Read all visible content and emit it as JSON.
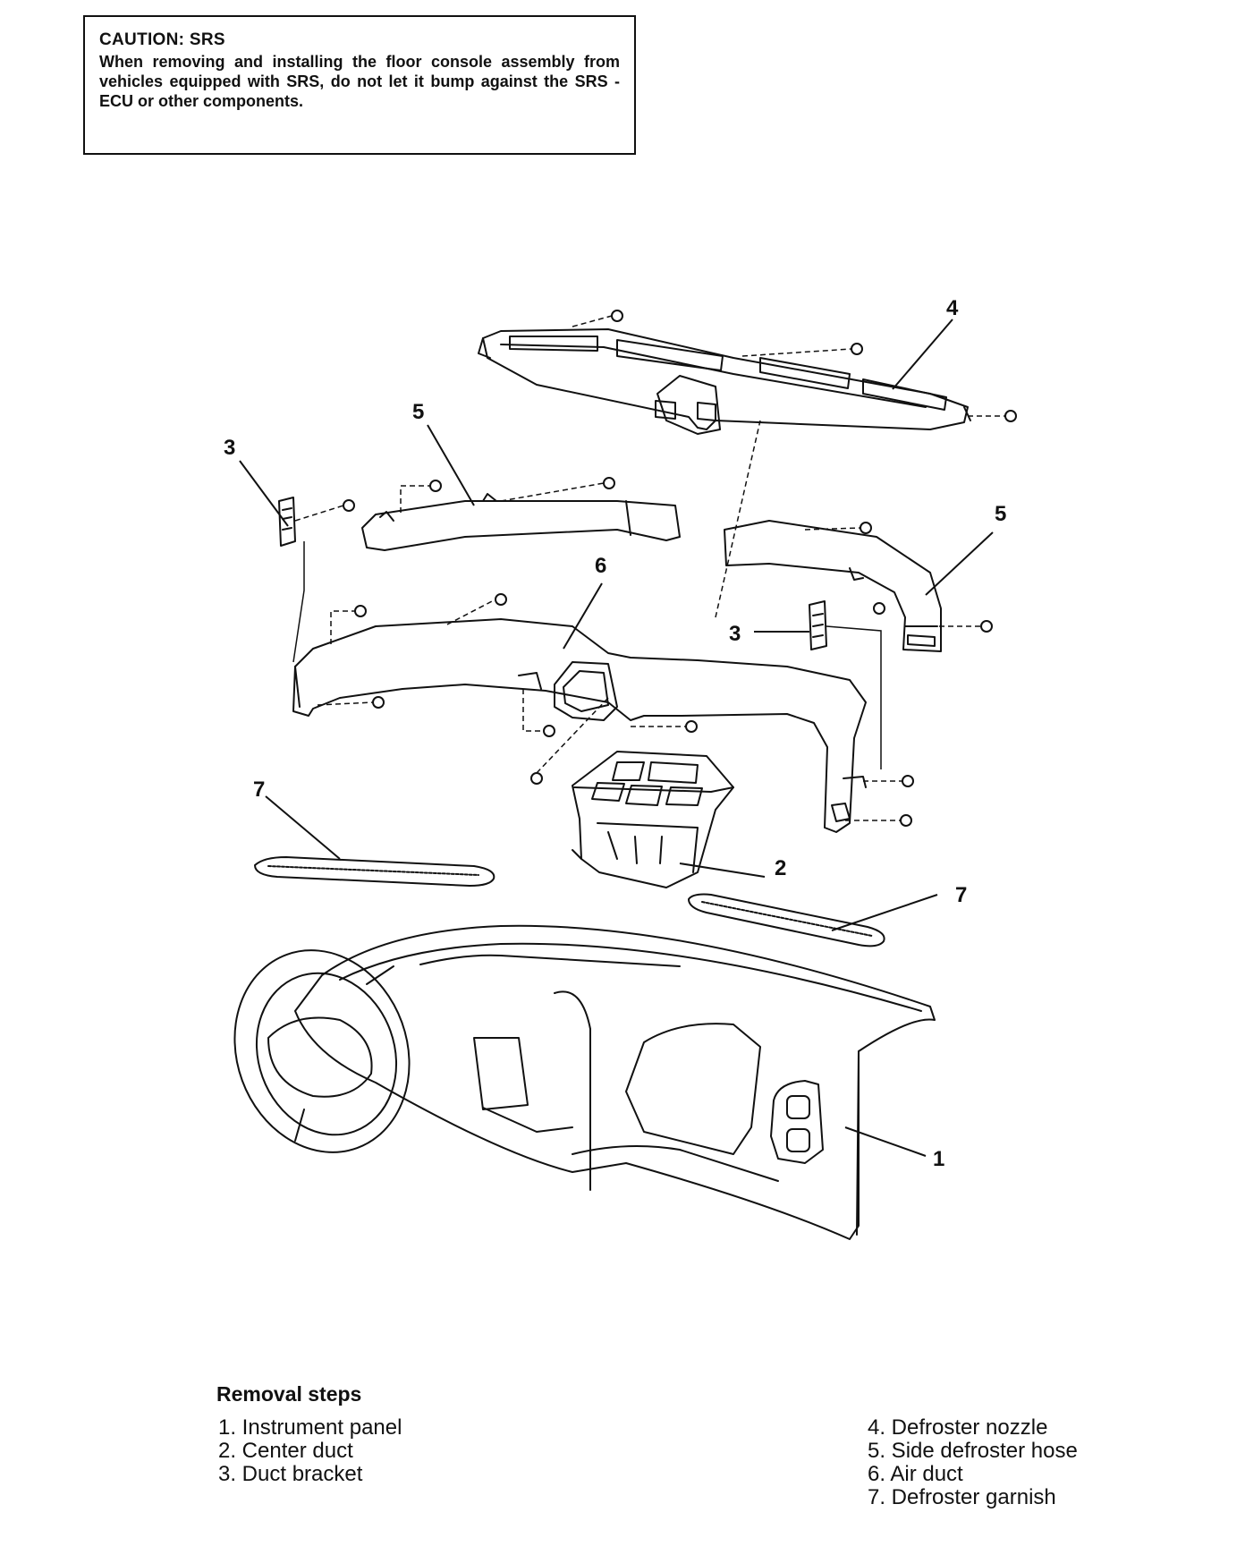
{
  "caution": {
    "title": "CAUTION: SRS",
    "text": "When removing and installing the floor console assembly from vehicles equipped with SRS, do not let it bump against the SRS - ECU or other components."
  },
  "callouts": {
    "c4": "4",
    "c5_left": "5",
    "c3_left": "3",
    "c5_right": "5",
    "c6": "6",
    "c3_right": "3",
    "c7_left": "7",
    "c2": "2",
    "c7_right": "7",
    "c1": "1"
  },
  "removal": {
    "heading": "Removal steps",
    "left": [
      "1. Instrument panel",
      "2. Center duct",
      "3. Duct bracket"
    ],
    "right": [
      "4. Defroster nozzle",
      "5. Side defroster hose",
      "6. Air duct",
      "7. Defroster garnish"
    ]
  }
}
